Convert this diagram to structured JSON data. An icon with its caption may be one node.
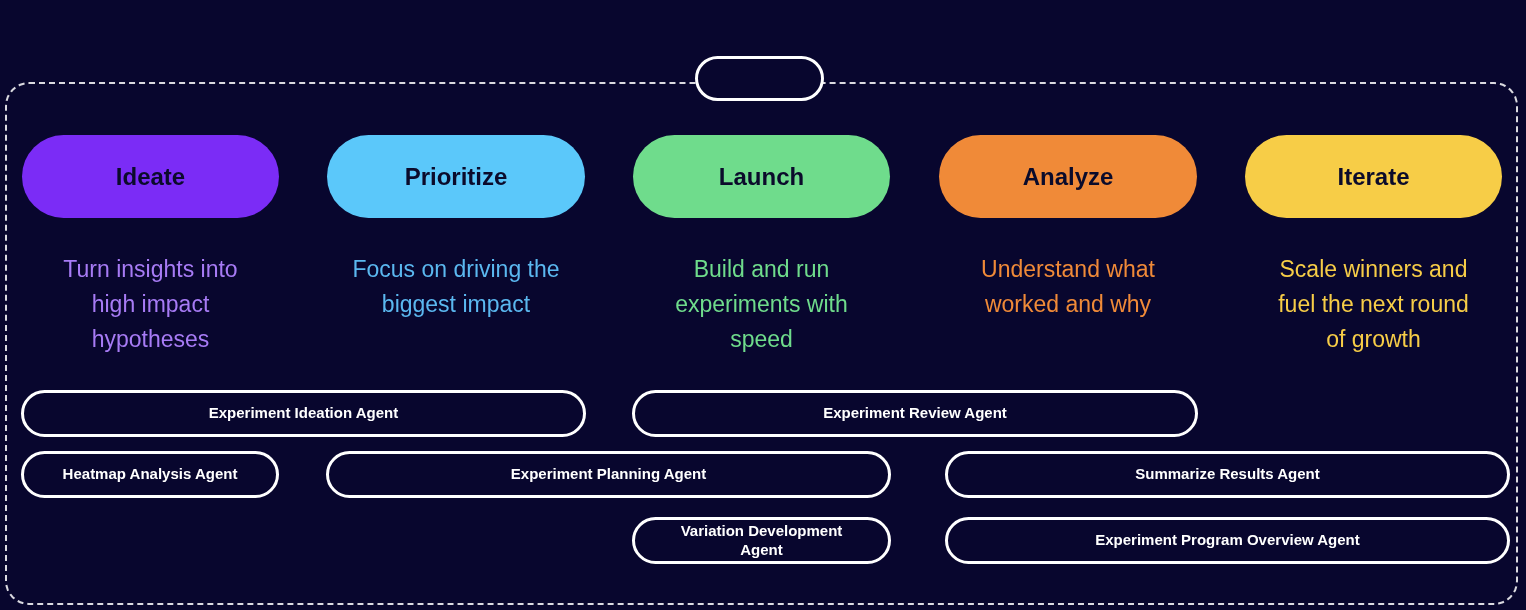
{
  "diagram": {
    "nodes": [
      {
        "text": [],
        "shape": "box"
      },
      {
        "text": [],
        "shape": "box"
      },
      {
        "text": [
          "Ideate"
        ],
        "in": 0,
        "beside": [
          "Turn insights into high impact hypotheses"
        ]
      },
      {
        "text": [
          "Prioritize"
        ],
        "in": 0,
        "beside": [
          "Focus on driving the biggest impact"
        ]
      },
      {
        "text": [
          "Launch"
        ],
        "in": 0,
        "beside": [
          "Build and run experiments with speed"
        ]
      },
      {
        "text": [
          "Analyze"
        ],
        "in": 0,
        "beside": [
          "Understand what worked and why"
        ]
      },
      {
        "text": [
          "Iterate"
        ],
        "in": 0,
        "beside": [
          "Scale winners and fuel the next round of growth"
        ]
      },
      {
        "text": [
          "Experiment Ideation Agent"
        ],
        "in": 0
      },
      {
        "text": [
          "Experiment Review Agent"
        ],
        "in": 0
      },
      {
        "text": [
          "Heatmap Analysis Agent"
        ],
        "in": 0
      },
      {
        "text": [
          "Experiment Planning Agent"
        ],
        "in": 0
      },
      {
        "text": [
          "Summarize Results Agent"
        ],
        "in": 0
      },
      {
        "text": [
          "Variation Development Agent"
        ],
        "in": 0
      },
      {
        "text": [
          "Experiment Program Overview Agent"
        ],
        "in": 0
      }
    ]
  }
}
